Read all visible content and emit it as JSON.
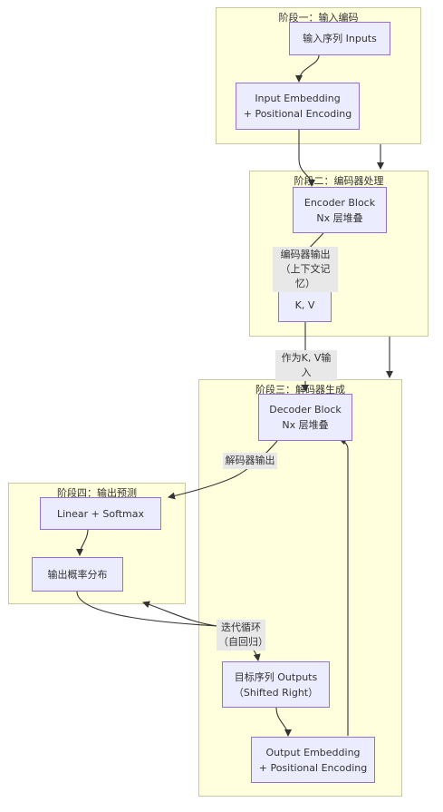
{
  "stages": {
    "s1": "阶段一：输入编码",
    "s2": "阶段二：编码器处理",
    "s3": "阶段三：解码器生成",
    "s4": "阶段四：输出预测"
  },
  "nodes": {
    "inputs": "输入序列 Inputs",
    "input_embedding": "Input Embedding\n+ Positional Encoding",
    "encoder_block": "Encoder Block\nNx 层堆叠",
    "kv": "K, V",
    "decoder_block": "Decoder Block\nNx 层堆叠",
    "linear_softmax": "Linear + Softmax",
    "output_dist": "输出概率分布",
    "target_outputs": "目标序列 Outputs\n（Shifted Right）",
    "output_embedding": "Output Embedding\n+ Positional Encoding"
  },
  "edge_labels": {
    "encoder_output": "编码器输出\n（上下文记忆）",
    "as_kv_input": "作为K, V输入",
    "decoder_output": "解码器输出",
    "iterate": "迭代循环\n（自回归）"
  }
}
